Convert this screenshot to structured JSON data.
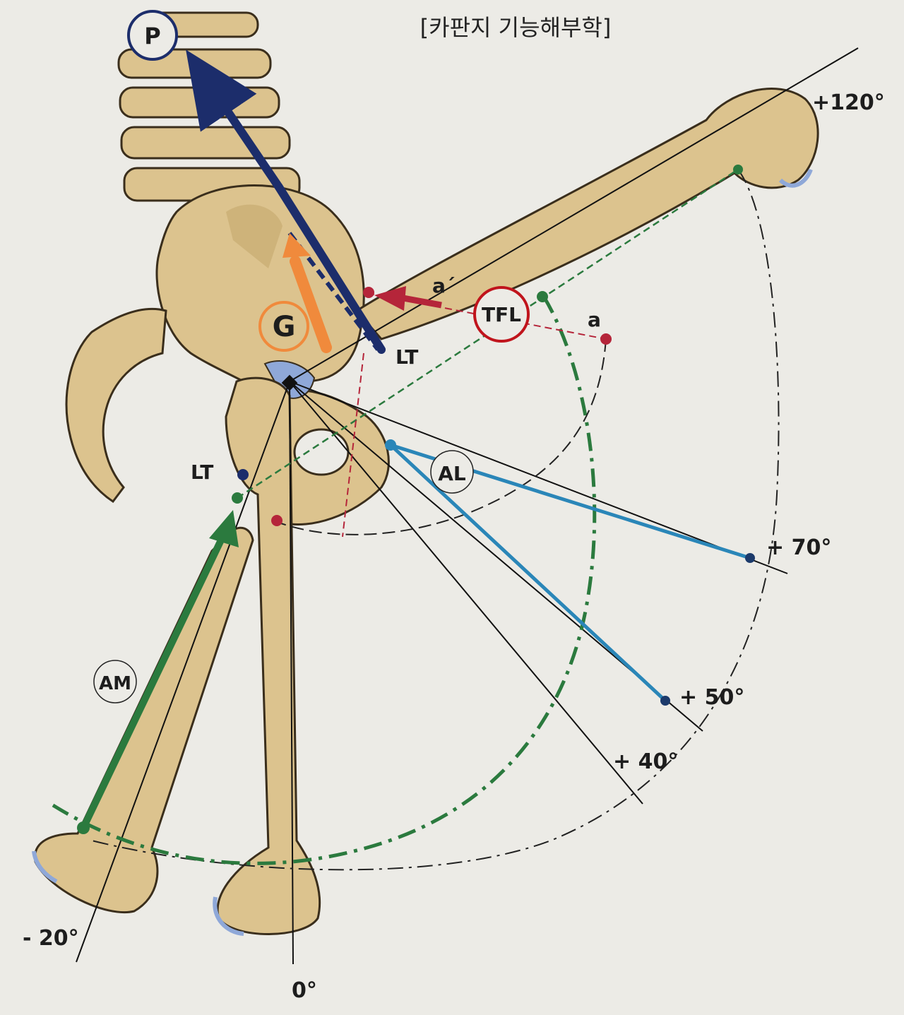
{
  "source_caption": "[카판지 기능해부학]",
  "angle_labels": {
    "plus120": "+120°",
    "plus70": "+ 70°",
    "plus50": "+ 50°",
    "plus40": "+ 40°",
    "zero": "0°",
    "minus20": "- 20°"
  },
  "muscle_labels": {
    "psoas": "P",
    "gluteus": "G",
    "tfl": "TFL",
    "adductor_longus": "AL",
    "adductor_magnus": "AM"
  },
  "point_labels": {
    "lt_upper": "LT",
    "lt_lower": "LT",
    "a_prime": "a´",
    "a": "a"
  },
  "colors": {
    "background": "#ecebe6",
    "bone": "#dcc38e",
    "bone_outline": "#3a2e1c",
    "psoas": "#1c2d6b",
    "gluteus": "#f08a3c",
    "tfl": "#b5253a",
    "adductor_longus": "#2a86b8",
    "adductor_magnus": "#2b7a3e",
    "cartilage": "#8fa8d8"
  }
}
